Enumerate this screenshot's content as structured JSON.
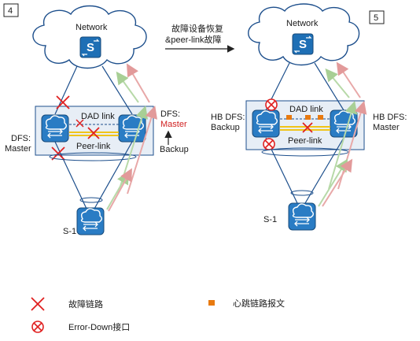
{
  "left": {
    "step": "4",
    "network_label": "Network",
    "dad_link_label": "DAD link",
    "peer_link_label": "Peer-link",
    "left_switch_label_line1": "DFS:",
    "left_switch_label_line2": "Master",
    "right_switch_label_line1": "DFS:",
    "right_switch_label_line2": "Master",
    "backup_label": "Backup",
    "s1_label": "S-1"
  },
  "middle": {
    "transition_line1": "故障设备恢复",
    "transition_line2": "&peer-link故障"
  },
  "right": {
    "step": "5",
    "network_label": "Network",
    "dad_link_label": "DAD link",
    "peer_link_label": "Peer-link",
    "left_switch_label_line1": "HB DFS:",
    "left_switch_label_line2": "Backup",
    "right_switch_label_line1": "HB DFS:",
    "right_switch_label_line2": "Master",
    "s1_label": "S-1"
  },
  "legend": {
    "fault_link": "故障链路",
    "error_down": "Error-Down接口",
    "heartbeat": "心跳链路报文"
  },
  "colors": {
    "link_blue": "#1d4f8c",
    "device_blue": "#1e6fb5",
    "fault_red": "#e02020",
    "heartbeat_orange": "#e87a10",
    "arrow_green": "#b7d9a8",
    "arrow_pink": "#e8a8a8",
    "box_fill": "#e7eef6",
    "peer_link_yellow": "#f0c419"
  }
}
